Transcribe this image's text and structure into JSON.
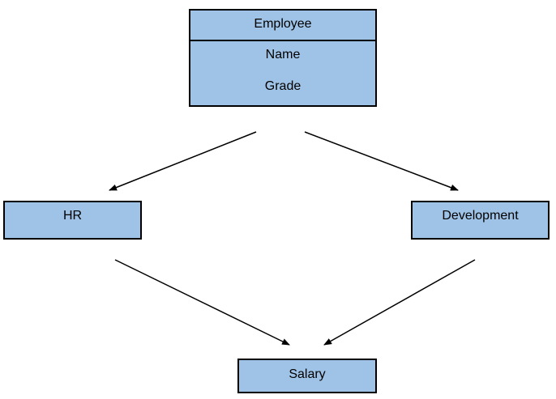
{
  "diagram": {
    "employee": {
      "title": "Employee",
      "attributes": [
        "Name",
        "Grade"
      ]
    },
    "departments": [
      {
        "label": "HR"
      },
      {
        "label": "Development"
      }
    ],
    "salary": {
      "label": "Salary"
    },
    "connections": [
      {
        "from": "Employee",
        "to": "HR"
      },
      {
        "from": "Employee",
        "to": "Development"
      },
      {
        "from": "HR",
        "to": "Salary"
      },
      {
        "from": "Development",
        "to": "Salary"
      }
    ]
  },
  "colors": {
    "box_fill": "#9ec3e6",
    "stroke": "#000000",
    "background": "#ffffff"
  }
}
